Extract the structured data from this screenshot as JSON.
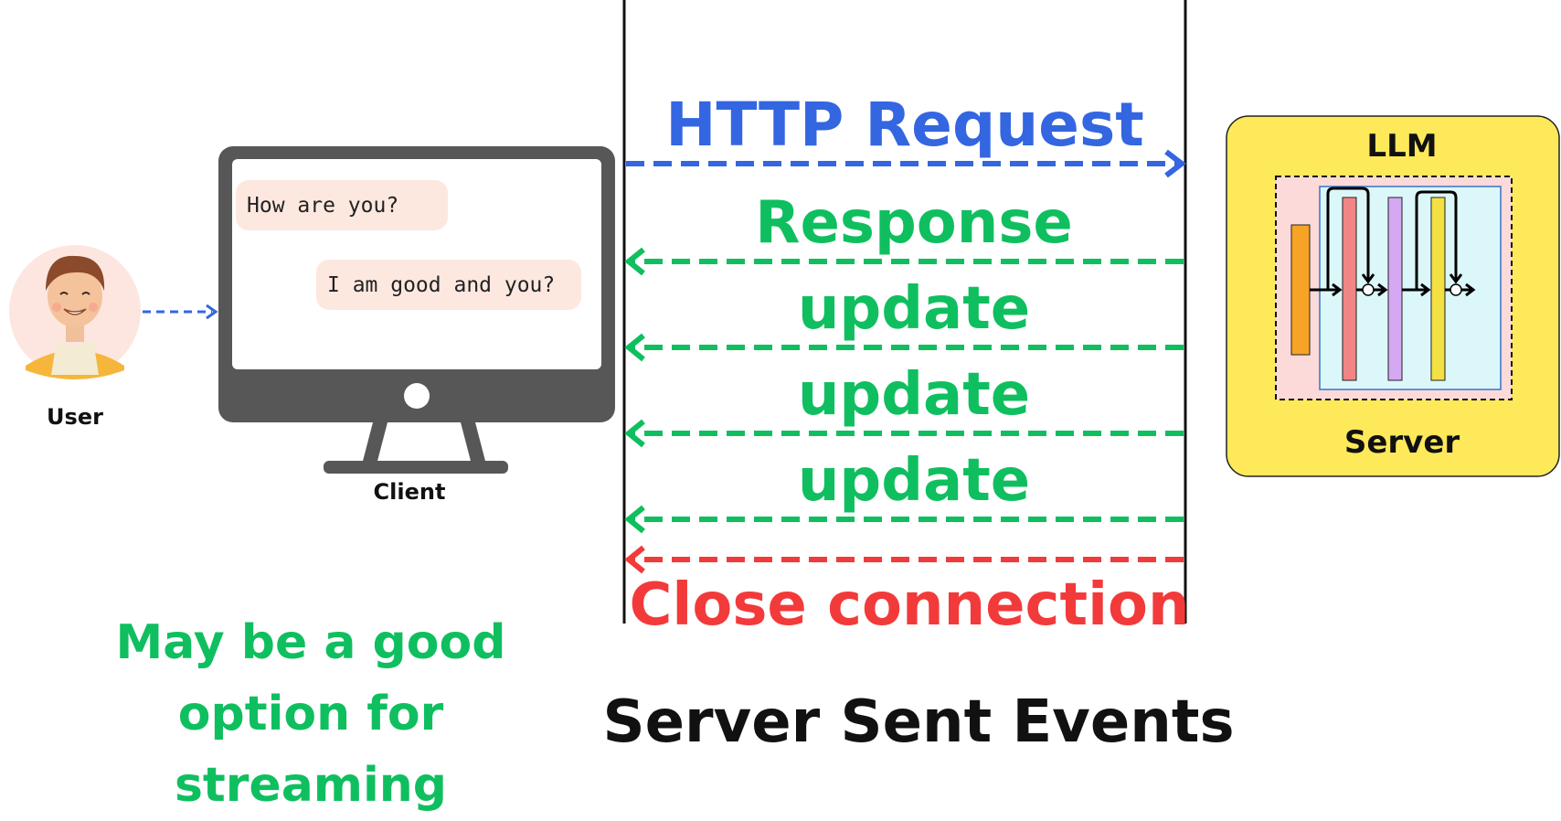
{
  "user": {
    "label": "User"
  },
  "client": {
    "label": "Client",
    "messages": [
      "How are you?",
      "I am good and you?"
    ]
  },
  "flow": {
    "request": "HTTP Request",
    "response": "Response",
    "updates": [
      "update",
      "update",
      "update"
    ],
    "close": "Close connection"
  },
  "server": {
    "title": "LLM",
    "label": "Server"
  },
  "note": "May be a good option for streaming",
  "title": "Server Sent Events",
  "colors": {
    "request": "#3366e0",
    "response": "#0fbf5f",
    "close": "#f23a3a",
    "server_bg": "#fde95a",
    "monitor": "#575757"
  }
}
